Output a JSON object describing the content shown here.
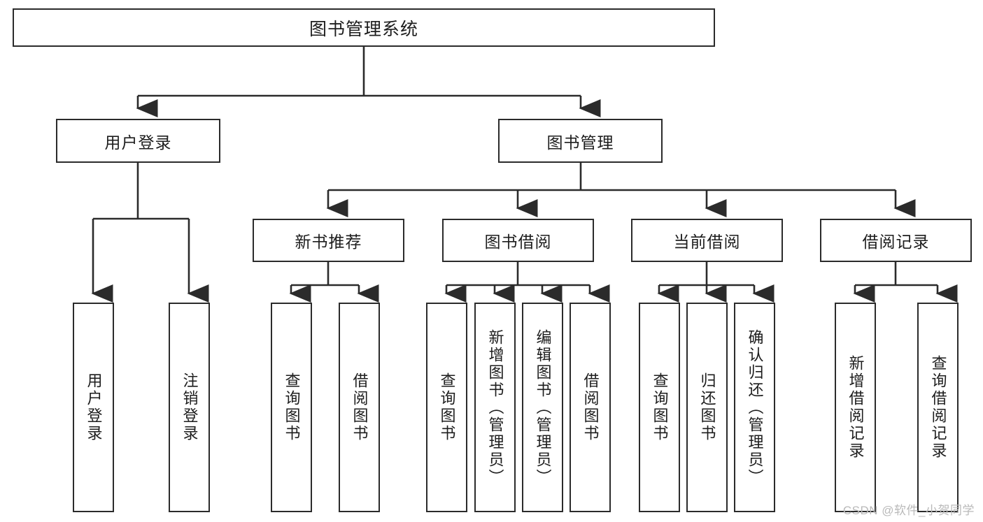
{
  "diagram": {
    "title": "图书管理系统",
    "type": "tree",
    "watermark": "CSDN @软件_小贺同学",
    "colors": {
      "background": "#ffffff",
      "box_border": "#2b2b2b",
      "box_fill": "#ffffff",
      "text": "#1d1d1d",
      "connector": "#2b2b2b",
      "watermark": "#b9b9b9"
    },
    "root": {
      "label": "图书管理系统"
    },
    "level1": [
      {
        "label": "用户登录"
      },
      {
        "label": "图书管理"
      }
    ],
    "level2": [
      {
        "label": "新书推荐"
      },
      {
        "label": "图书借阅"
      },
      {
        "label": "当前借阅"
      },
      {
        "label": "借阅记录"
      }
    ],
    "leaves": {
      "user_login": [
        {
          "label": "用户登录"
        },
        {
          "label": "注销登录"
        }
      ],
      "new_book_recommend": [
        {
          "label": "查询图书"
        },
        {
          "label": "借阅图书"
        }
      ],
      "book_borrow": [
        {
          "label": "查询图书"
        },
        {
          "label": "新增图书（管理员）"
        },
        {
          "label": "编辑图书（管理员）"
        },
        {
          "label": "借阅图书"
        }
      ],
      "current_borrow": [
        {
          "label": "查询图书"
        },
        {
          "label": "归还图书"
        },
        {
          "label": "确认归还（管理员）"
        }
      ],
      "borrow_record": [
        {
          "label": "新增借阅记录"
        },
        {
          "label": "查询借阅记录"
        }
      ]
    }
  }
}
